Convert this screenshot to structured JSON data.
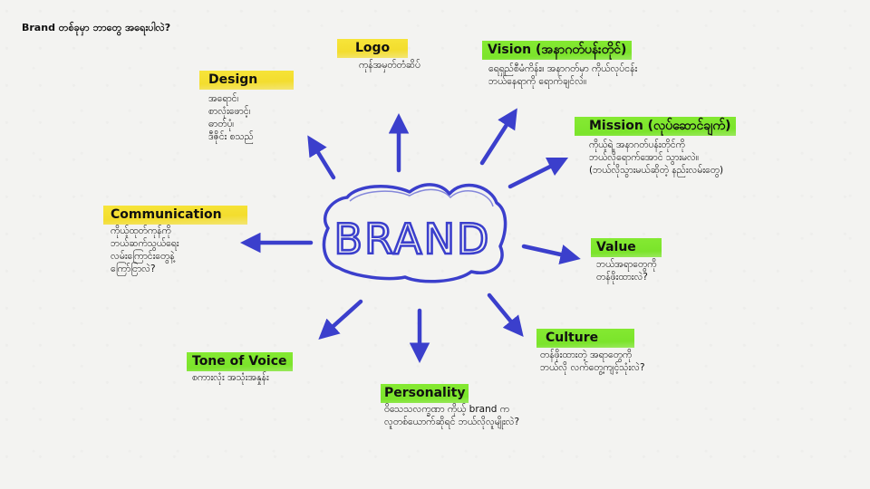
{
  "title": "Brand တစ်ခုမှာ ဘာတွေ အရေးပါလဲ?",
  "center": {
    "label": "BRAND"
  },
  "colors": {
    "ink": "#3b3fcc",
    "yellow": "#f5e13a",
    "green": "#7fe52e"
  },
  "nodes": {
    "logo": {
      "heading": "Logo",
      "desc": "ကုန်အမှတ်တံဆိပ်"
    },
    "vision": {
      "heading": "Vision (အနာဂတ်ပန်းတိုင်)",
      "desc": "ရေရှည်စီမံကိန်း။ အနာဂတ်မှာ ကိုယ်လုပ်ငန်း\nဘယ်နေရာကို ရောက်ချင်လဲ။"
    },
    "design": {
      "heading": "Design",
      "desc": "အရောင်၊\nစာလုံးဖောင့်၊\nဓာတ်ပုံ၊\nဒီဇိုင်း စသည်"
    },
    "mission": {
      "heading": "Mission (လုပ်ဆောင်ချက်)",
      "desc": "ကိုယ့်ရဲ့ အနာဂတ်ပန်းတိုင်ကို\nဘယ်လိုရောက်အောင် သွားမလဲ။\n(ဘယ်လိုသွားမယ်ဆိုတဲ့ နည်းလမ်းတွေ)"
    },
    "communication": {
      "heading": "Communication",
      "desc": "ကိုယ့်ထုတ်ကုန်ကို\nဘယ်ဆက်သွယ်ရေး\nလမ်းကြောင်းတွေနဲ့\nကြော်ငြာလဲ?"
    },
    "value": {
      "heading": "Value",
      "desc": "ဘယ်အရာတွေကို\nတန်ဖိုးထားလဲ?"
    },
    "culture": {
      "heading": "Culture",
      "desc": "တန်ဖိုးထားတဲ့ အရာတွေကို\nဘယ်လို လက်တွေ့ကျင့်သုံးလဲ?"
    },
    "tone": {
      "heading": "Tone of Voice",
      "desc": "စကားလုံး အသုံးအနှုန်း"
    },
    "personality": {
      "heading": "Personality",
      "desc": "ဝိသေသလက္ခဏာ ကိုယ့် brand က\nလူတစ်ယောက်ဆိုရင် ဘယ်လိုလူမျိုးလဲ?"
    }
  }
}
